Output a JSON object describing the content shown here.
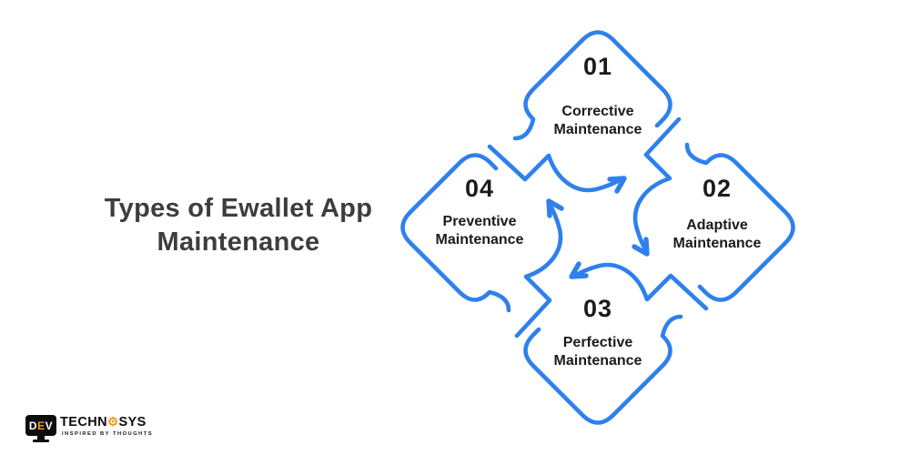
{
  "page": {
    "background": "#ffffff"
  },
  "title": {
    "line1": "Types of Ewallet App",
    "line2": "Maintenance",
    "color": "#3d3d3d"
  },
  "diagram": {
    "type": "cycle",
    "flow": "clockwise",
    "accent_color": "#2e80ec",
    "text_color": "#1b1b1b",
    "shape": "four rounded diamonds interlocked around curved clockwise arrows",
    "items": [
      {
        "number": "01",
        "name_line1": "Corrective",
        "name_line2": "Maintenance",
        "position": "top"
      },
      {
        "number": "02",
        "name_line1": "Adaptive",
        "name_line2": "Maintenance",
        "position": "right"
      },
      {
        "number": "03",
        "name_line1": "Perfective",
        "name_line2": "Maintenance",
        "position": "bottom"
      },
      {
        "number": "04",
        "name_line1": "Preventive",
        "name_line2": "Maintenance",
        "position": "left"
      }
    ]
  },
  "logo": {
    "monitor_d": "D",
    "monitor_e": "E",
    "monitor_v": "V",
    "brand_prefix": "TECHN",
    "brand_suffix": "SYS",
    "gear_glyph": "⚙",
    "tagline": "INSPIRED BY THOUGHTS",
    "accent_color": "#f6981f"
  }
}
